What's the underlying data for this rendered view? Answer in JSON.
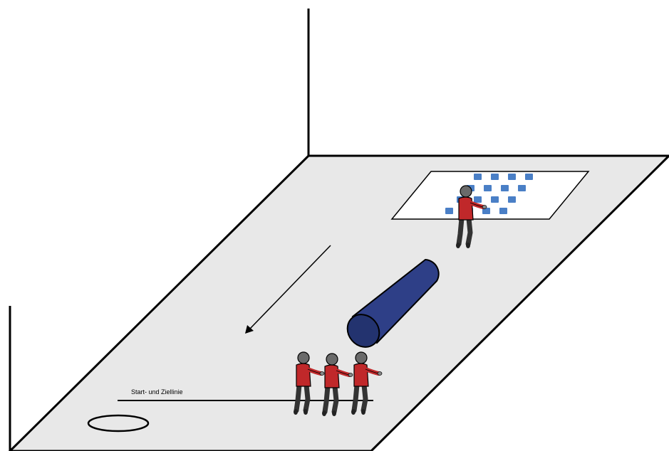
{
  "diagram": {
    "start_finish_line_label": "Start- und Ziellinie",
    "colors": {
      "floor": "#e8e8e8",
      "outline": "#000000",
      "mat": "#ffffff",
      "tiles": "#4a7fc6",
      "roll": "#2e3f87",
      "roll_end": "#23336f",
      "shirt": "#c0282a",
      "head": "#6a6a6a",
      "legs": "#333333"
    },
    "elements": {
      "walls": "room-walls",
      "floor": "floor-parallelogram",
      "mat": "tile-mat",
      "roll": "foam-roll",
      "arrow": "direction-arrow",
      "hoop": "hoop-ring",
      "people_count": 4
    }
  }
}
